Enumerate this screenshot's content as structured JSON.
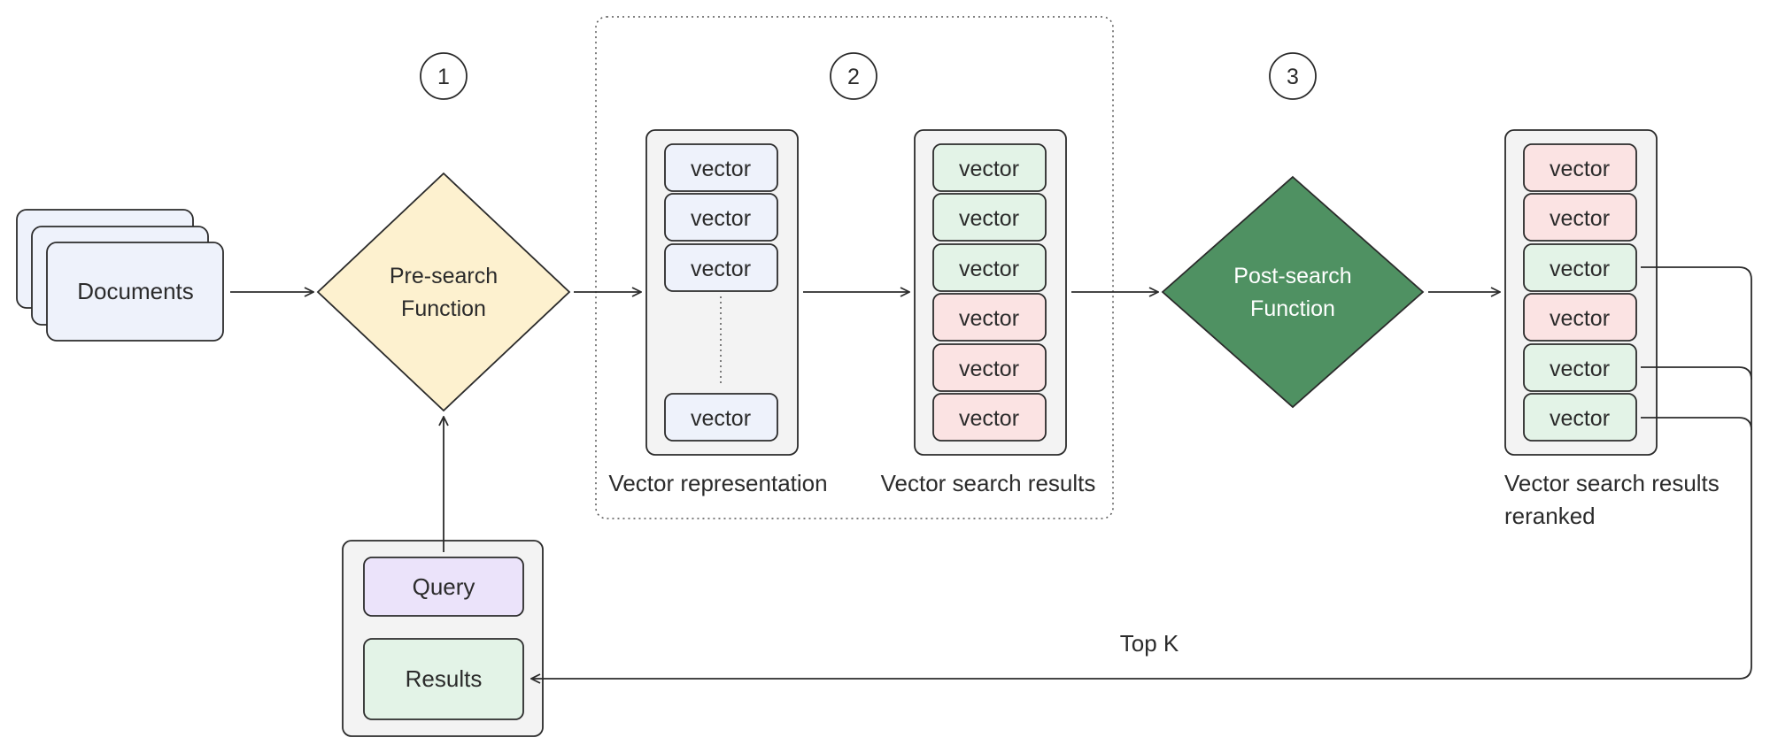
{
  "steps": [
    "1",
    "2",
    "3"
  ],
  "documents": {
    "label": "Documents"
  },
  "pre_search": {
    "line1": "Pre-search",
    "line2": "Function"
  },
  "post_search": {
    "line1": "Post-search",
    "line2": "Function"
  },
  "vector_word": "vector",
  "representation": {
    "caption": "Vector representation"
  },
  "search_results": {
    "caption": "Vector search results"
  },
  "reranked": {
    "caption_line1": "Vector search results",
    "caption_line2": "reranked"
  },
  "query_box": {
    "query": "Query",
    "results": "Results"
  },
  "top_k": "Top K",
  "colors": {
    "blue_fill": "#eef2fb",
    "green_fill": "#e3f3e7",
    "red_fill": "#fbe3e3",
    "yellow_fill": "#fdf1cf",
    "purple_fill": "#ebe3fa",
    "dark_green": "#4f9162",
    "container_fill": "#f3f3f3",
    "stroke": "#2b2b2b"
  }
}
